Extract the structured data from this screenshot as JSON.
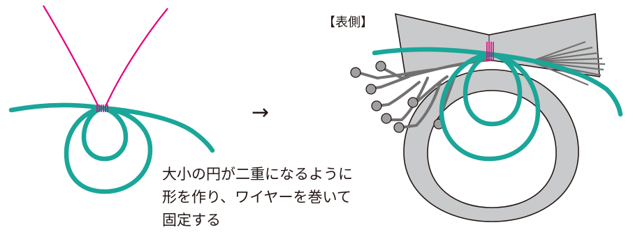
{
  "label_side": "【表側】",
  "arrow": "→",
  "caption": {
    "line1": "大小の円が二重になるように",
    "line2": "形を作り、ワイヤーを巻いて",
    "line3": "固定する"
  },
  "colors": {
    "mizuhiki_teal": "#1aa699",
    "wire_magenta": "#e4007f",
    "fan_fill": "#c9cacb",
    "ring_fill": "#c9cacb",
    "stem_gray": "#727171",
    "outline": "#231815"
  }
}
